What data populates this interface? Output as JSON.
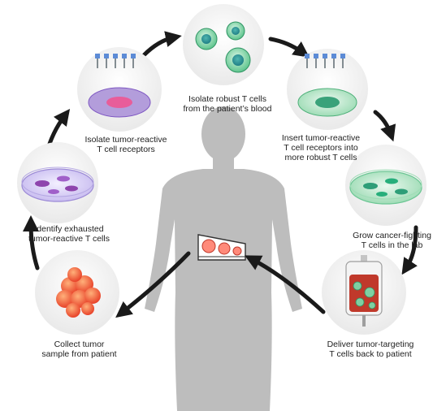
{
  "steps": {
    "isolate_receptors": "Isolate tumor-reactive\nT cell receptors",
    "isolate_tcells": "Isolate robust T cells\nfrom the patient’s blood",
    "insert_receptors": "Insert tumor-reactive\nT cell receptors into\nmore robust T cells",
    "identify": "Identify exhausted\ntumor-reactive T cells",
    "grow": "Grow cancer-fighting\nT cells in the lab",
    "collect": "Collect tumor\nsample from patient",
    "deliver": "Deliver tumor-targeting\nT cells back to patient"
  },
  "colors": {
    "body": "#bdbdbd",
    "arrow": "#1a1a1a",
    "green": "#5bc08a",
    "purple": "#8b6fd0",
    "tumor": "#e8432a",
    "blood_bag": "#c0392b"
  }
}
